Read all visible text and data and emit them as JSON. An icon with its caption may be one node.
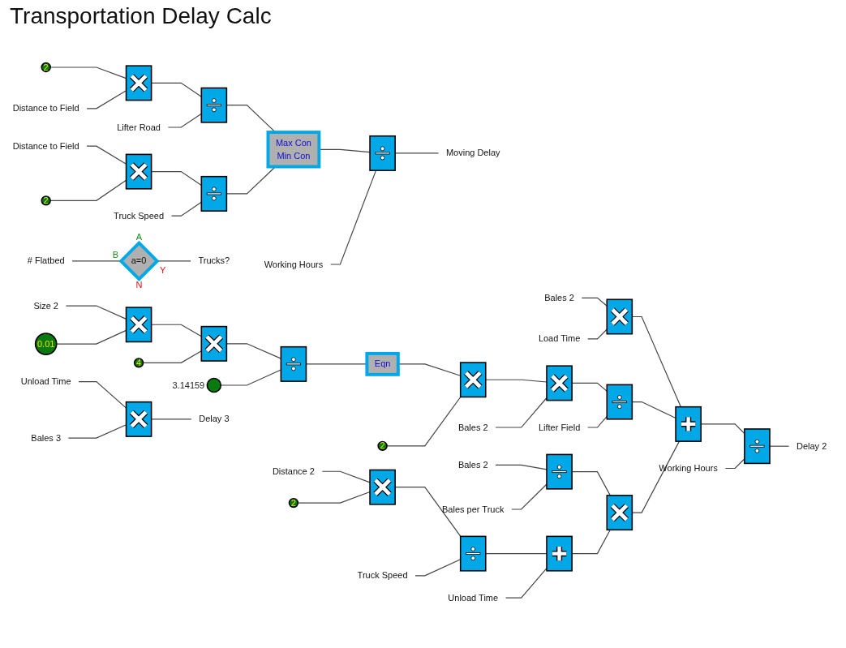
{
  "diagram": {
    "title": "Transportation Delay Calc",
    "nodes": [
      {
        "text": [
          "2"
        ]
      },
      {
        "text": [
          "Distance to Field"
        ]
      },
      {
        "text": [],
        "shape": "multiply"
      },
      {
        "text": [
          "Lifter Road"
        ]
      },
      {
        "text": [],
        "shape": "divide"
      },
      {
        "text": [
          "Distance to Field"
        ]
      },
      {
        "text": [],
        "shape": "multiply"
      },
      {
        "text": [
          "2"
        ]
      },
      {
        "text": [
          "Truck Speed"
        ]
      },
      {
        "text": [],
        "shape": "divide"
      },
      {
        "text": [
          "Max Con",
          "Min Con"
        ]
      },
      {
        "text": [
          "Working Hours"
        ]
      },
      {
        "text": [],
        "shape": "divide"
      },
      {
        "text": [
          "Moving Delay"
        ]
      },
      {
        "text": [
          "# Flatbed"
        ]
      },
      {
        "text": [
          "a=0"
        ],
        "beside": [
          "A",
          "B",
          "Y",
          "N"
        ]
      },
      {
        "text": [
          "Trucks?"
        ]
      },
      {
        "text": [
          "Size 2"
        ]
      },
      {
        "text": [
          "0.01"
        ]
      },
      {
        "text": [],
        "shape": "multiply"
      },
      {
        "text": [
          "4"
        ]
      },
      {
        "text": [],
        "shape": "multiply"
      },
      {
        "text": [],
        "shape": "circle",
        "beside": [
          "3.14159"
        ]
      },
      {
        "text": [],
        "shape": "divide"
      },
      {
        "text": [
          "Eqn"
        ]
      },
      {
        "text": [],
        "shape": "multiply"
      },
      {
        "text": [
          "2"
        ]
      },
      {
        "text": [
          "Bales 2"
        ]
      },
      {
        "text": [],
        "shape": "multiply"
      },
      {
        "text": [
          "Lifter Field"
        ]
      },
      {
        "text": [],
        "shape": "divide"
      },
      {
        "text": [
          "Bales 2"
        ]
      },
      {
        "text": [
          "Load Time"
        ]
      },
      {
        "text": [],
        "shape": "multiply"
      },
      {
        "text": [],
        "shape": "plus"
      },
      {
        "text": [],
        "shape": "divide"
      },
      {
        "text": [
          "Delay 2"
        ]
      },
      {
        "text": [
          "Bales 2"
        ]
      },
      {
        "text": [
          "Bales per Truck"
        ]
      },
      {
        "text": [],
        "shape": "divide"
      },
      {
        "text": [],
        "shape": "multiply"
      },
      {
        "text": [
          "Working Hours"
        ]
      },
      {
        "text": [
          "Distance 2"
        ]
      },
      {
        "text": [
          "2"
        ]
      },
      {
        "text": [],
        "shape": "multiply"
      },
      {
        "text": [
          "Truck Speed"
        ]
      },
      {
        "text": [],
        "shape": "divide"
      },
      {
        "text": [
          "Unload Time"
        ]
      },
      {
        "text": [],
        "shape": "plus"
      },
      {
        "text": [
          "Unload Time"
        ]
      },
      {
        "text": [
          "Bales 3"
        ]
      },
      {
        "text": [],
        "shape": "multiply"
      },
      {
        "text": [
          "Delay 3"
        ]
      }
    ],
    "edges": [
      {
        "from": 0,
        "to": 2,
        "arrow": "none"
      },
      {
        "from": 1,
        "to": 2,
        "arrow": "none"
      },
      {
        "from": 2,
        "to": 4,
        "arrow": "none"
      },
      {
        "from": 3,
        "to": 4,
        "arrow": "none"
      },
      {
        "from": 4,
        "to": 10,
        "arrow": "none"
      },
      {
        "from": 5,
        "to": 6,
        "arrow": "none"
      },
      {
        "from": 7,
        "to": 6,
        "arrow": "none"
      },
      {
        "from": 6,
        "to": 9,
        "arrow": "none"
      },
      {
        "from": 8,
        "to": 9,
        "arrow": "none"
      },
      {
        "from": 9,
        "to": 10,
        "arrow": "none"
      },
      {
        "from": 10,
        "to": 12,
        "arrow": "none"
      },
      {
        "from": 11,
        "to": 12,
        "arrow": "none"
      },
      {
        "from": 12,
        "to": 13,
        "arrow": "none"
      },
      {
        "from": 14,
        "to": 15,
        "arrow": "none"
      },
      {
        "from": 15,
        "to": 16,
        "arrow": "none"
      },
      {
        "from": 17,
        "to": 19,
        "arrow": "none"
      },
      {
        "from": 18,
        "to": 19,
        "arrow": "none"
      },
      {
        "from": 19,
        "to": 21,
        "arrow": "none"
      },
      {
        "from": 20,
        "to": 21,
        "arrow": "none"
      },
      {
        "from": 21,
        "to": 23,
        "arrow": "none"
      },
      {
        "from": 22,
        "to": 23,
        "arrow": "none"
      },
      {
        "from": 23,
        "to": 24,
        "arrow": "none"
      },
      {
        "from": 24,
        "to": 25,
        "arrow": "none"
      },
      {
        "from": 26,
        "to": 25,
        "arrow": "none"
      },
      {
        "from": 25,
        "to": 28,
        "arrow": "none"
      },
      {
        "from": 27,
        "to": 28,
        "arrow": "none"
      },
      {
        "from": 28,
        "to": 30,
        "arrow": "none"
      },
      {
        "from": 29,
        "to": 30,
        "arrow": "none"
      },
      {
        "from": 31,
        "to": 33,
        "arrow": "none"
      },
      {
        "from": 32,
        "to": 33,
        "arrow": "none"
      },
      {
        "from": 33,
        "to": 34,
        "arrow": "none"
      },
      {
        "from": 30,
        "to": 34,
        "arrow": "none"
      },
      {
        "from": 40,
        "to": 34,
        "arrow": "none"
      },
      {
        "from": 34,
        "to": 35,
        "arrow": "none"
      },
      {
        "from": 41,
        "to": 35,
        "arrow": "none"
      },
      {
        "from": 35,
        "to": 36,
        "arrow": "none"
      },
      {
        "from": 37,
        "to": 39,
        "arrow": "none"
      },
      {
        "from": 38,
        "to": 39,
        "arrow": "none"
      },
      {
        "from": 39,
        "to": 40,
        "arrow": "none"
      },
      {
        "from": 48,
        "to": 40,
        "arrow": "none"
      },
      {
        "from": 42,
        "to": 44,
        "arrow": "none"
      },
      {
        "from": 43,
        "to": 44,
        "arrow": "none"
      },
      {
        "from": 44,
        "to": 46,
        "arrow": "none"
      },
      {
        "from": 45,
        "to": 46,
        "arrow": "none"
      },
      {
        "from": 46,
        "to": 48,
        "arrow": "none"
      },
      {
        "from": 47,
        "to": 48,
        "arrow": "none"
      },
      {
        "from": 49,
        "to": 51,
        "arrow": "none"
      },
      {
        "from": 50,
        "to": 51,
        "arrow": "none"
      },
      {
        "from": 51,
        "to": 52,
        "arrow": "none"
      }
    ]
  }
}
